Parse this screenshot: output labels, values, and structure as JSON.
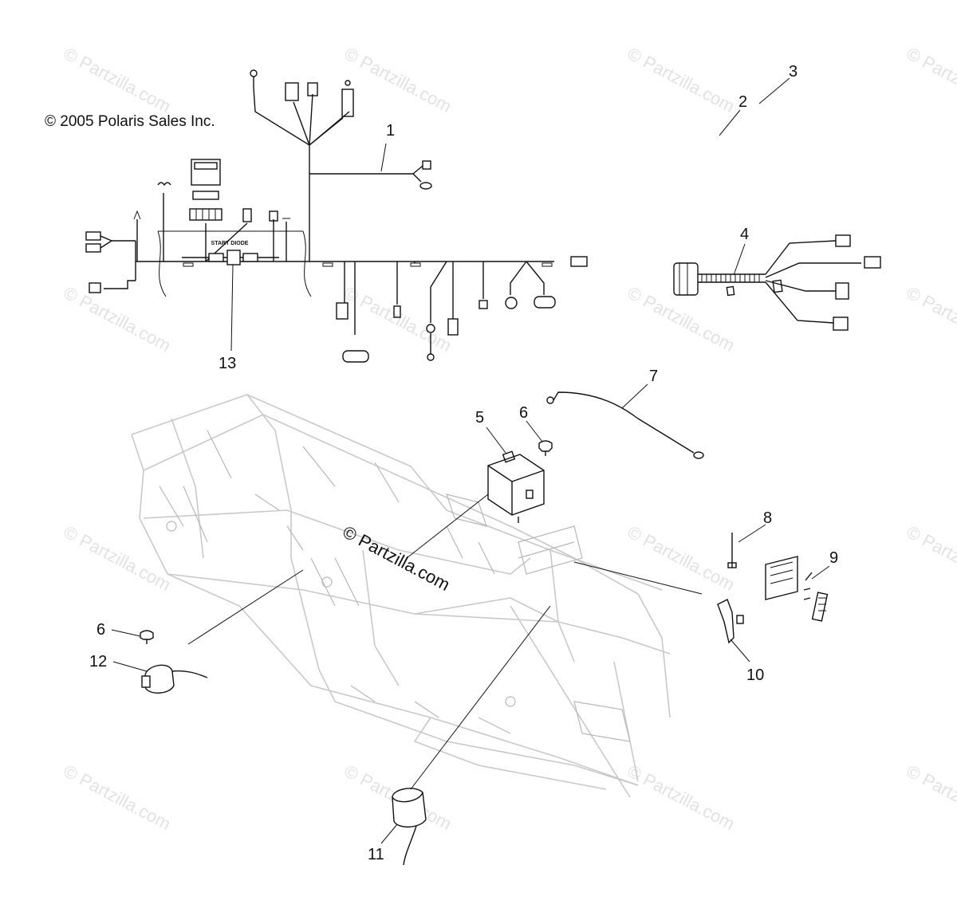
{
  "copyright": "© 2005 Polaris Sales Inc.",
  "watermark": "© Partzilla.com",
  "start_diode_label": "START DIODE",
  "callouts": {
    "c1": "1",
    "c2": "2",
    "c3": "3",
    "c4": "4",
    "c5": "5",
    "c6a": "6",
    "c6b": "6",
    "c7": "7",
    "c8": "8",
    "c9": "9",
    "c10": "10",
    "c11": "11",
    "c12": "12",
    "c13": "13"
  },
  "colors": {
    "ink": "#111111",
    "frame": "#c9c9c9",
    "watermark": "#e2e2e2"
  }
}
